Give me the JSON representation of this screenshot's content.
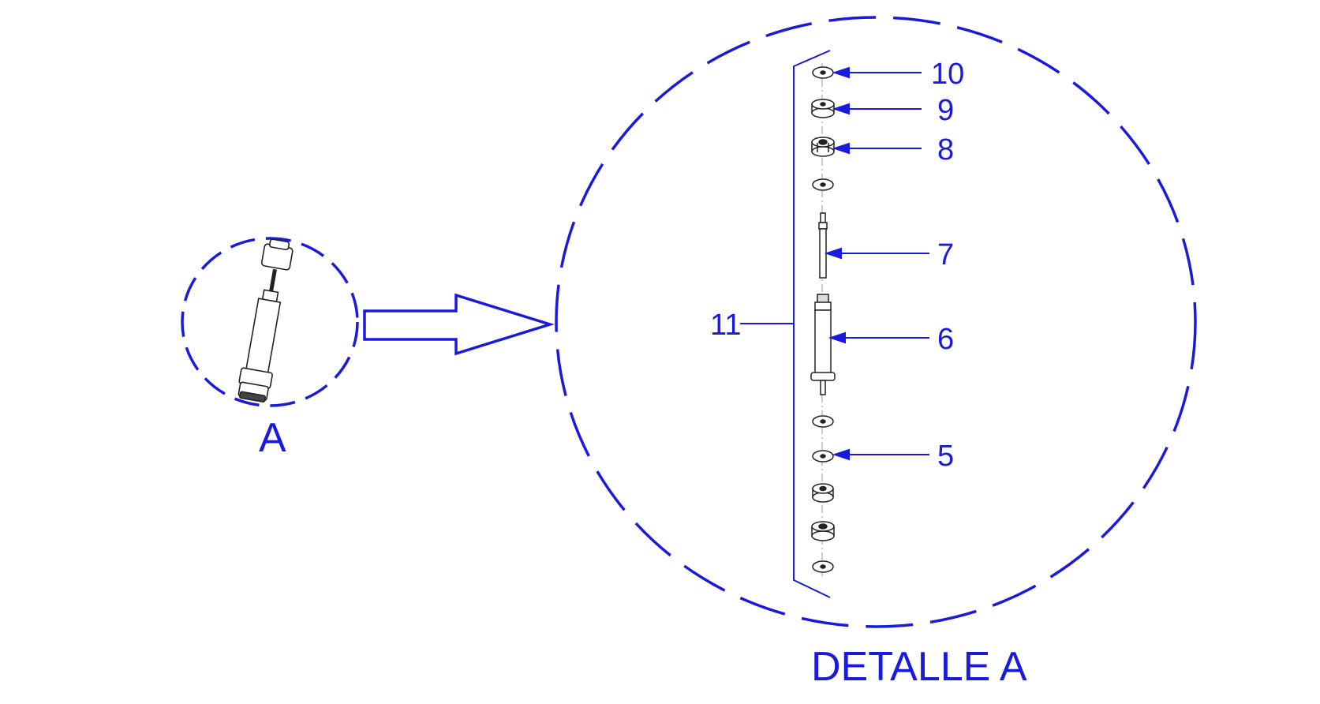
{
  "view_label": "A",
  "detail_title": "DETALLE A",
  "callouts": [
    {
      "id": "10",
      "label": "10"
    },
    {
      "id": "9",
      "label": "9"
    },
    {
      "id": "8",
      "label": "8"
    },
    {
      "id": "7",
      "label": "7"
    },
    {
      "id": "6",
      "label": "6"
    },
    {
      "id": "5",
      "label": "5"
    },
    {
      "id": "11",
      "label": "11"
    }
  ],
  "colors": {
    "annotation": "#1a1adc",
    "part_line": "#222222",
    "part_fill": "#ffffff"
  }
}
